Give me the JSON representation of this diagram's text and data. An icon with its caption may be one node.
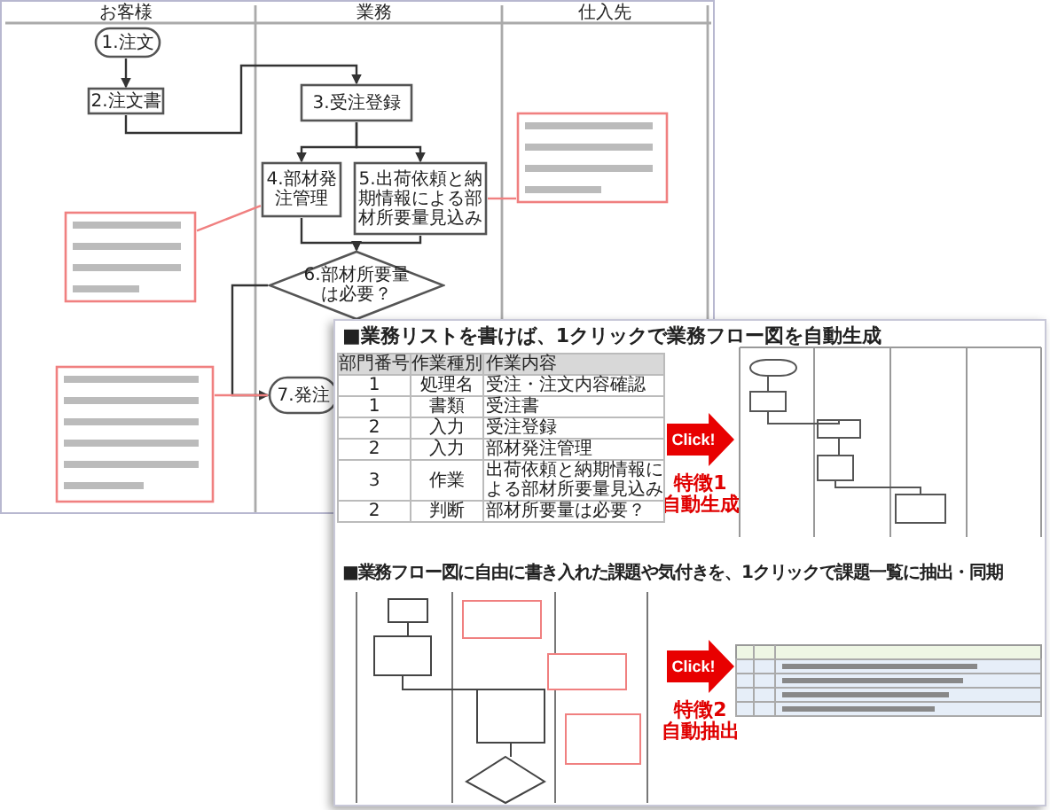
{
  "diagram": {
    "nodes": [
      {
        "text": [
          "1.注文"
        ]
      },
      {
        "text": [
          "2.注文書"
        ]
      },
      {
        "text": [
          "3.受注登録"
        ]
      },
      {
        "text": [
          "4.部材発注管理"
        ]
      },
      {
        "text": [
          "5.出荷依頼と納期情報による部材所要量見込み"
        ]
      },
      {
        "text": [
          "6.部材所要量は必要？"
        ]
      },
      {
        "text": [
          "7.発注"
        ]
      },
      {
        "text": [],
        "shape": "box"
      },
      {
        "text": [],
        "shape": "box"
      },
      {
        "text": [],
        "shape": "box"
      },
      {
        "text": [
          "Click!"
        ],
        "beside": [
          "特徴1",
          "自動生成"
        ]
      },
      {
        "text": [
          "Click!"
        ],
        "beside": [
          "特徴2",
          "自動抽出"
        ]
      }
    ],
    "edges": [
      {
        "from": 0,
        "to": 1,
        "arrow": "to"
      },
      {
        "from": 1,
        "to": 2,
        "arrow": "to"
      },
      {
        "from": 2,
        "to": 3,
        "arrow": "to"
      },
      {
        "from": 2,
        "to": 4,
        "arrow": "to"
      },
      {
        "from": 3,
        "to": 5,
        "arrow": "to"
      },
      {
        "from": 4,
        "to": 5,
        "arrow": "to"
      },
      {
        "from": 5,
        "to": 6,
        "arrow": "to"
      },
      {
        "from": 7,
        "to": 3,
        "arrow": "none",
        "color": "#f08080"
      },
      {
        "from": 8,
        "to": 4,
        "arrow": "none",
        "color": "#f08080"
      },
      {
        "from": 9,
        "to": 6,
        "arrow": "none",
        "color": "#f08080"
      }
    ],
    "labels": [
      "お客様",
      "業務",
      "仕入先",
      "■業務リストを書けば、1クリックで業務フロー図を自動生成",
      "部門番号",
      "作業種別",
      "作業内容",
      "1",
      "処理名",
      "受注・注文内容確認",
      "1",
      "書類",
      "受注書",
      "2",
      "入力",
      "受注登録",
      "2",
      "入力",
      "部材発注管理",
      "3",
      "作業",
      "出荷依頼と納期情報による部材所要量見込み",
      "2",
      "判断",
      "部材所要量は必要？",
      "■業務フロー図に自由に書き入れた課題や気付きを、1クリックで課題一覧に抽出・同期"
    ]
  }
}
